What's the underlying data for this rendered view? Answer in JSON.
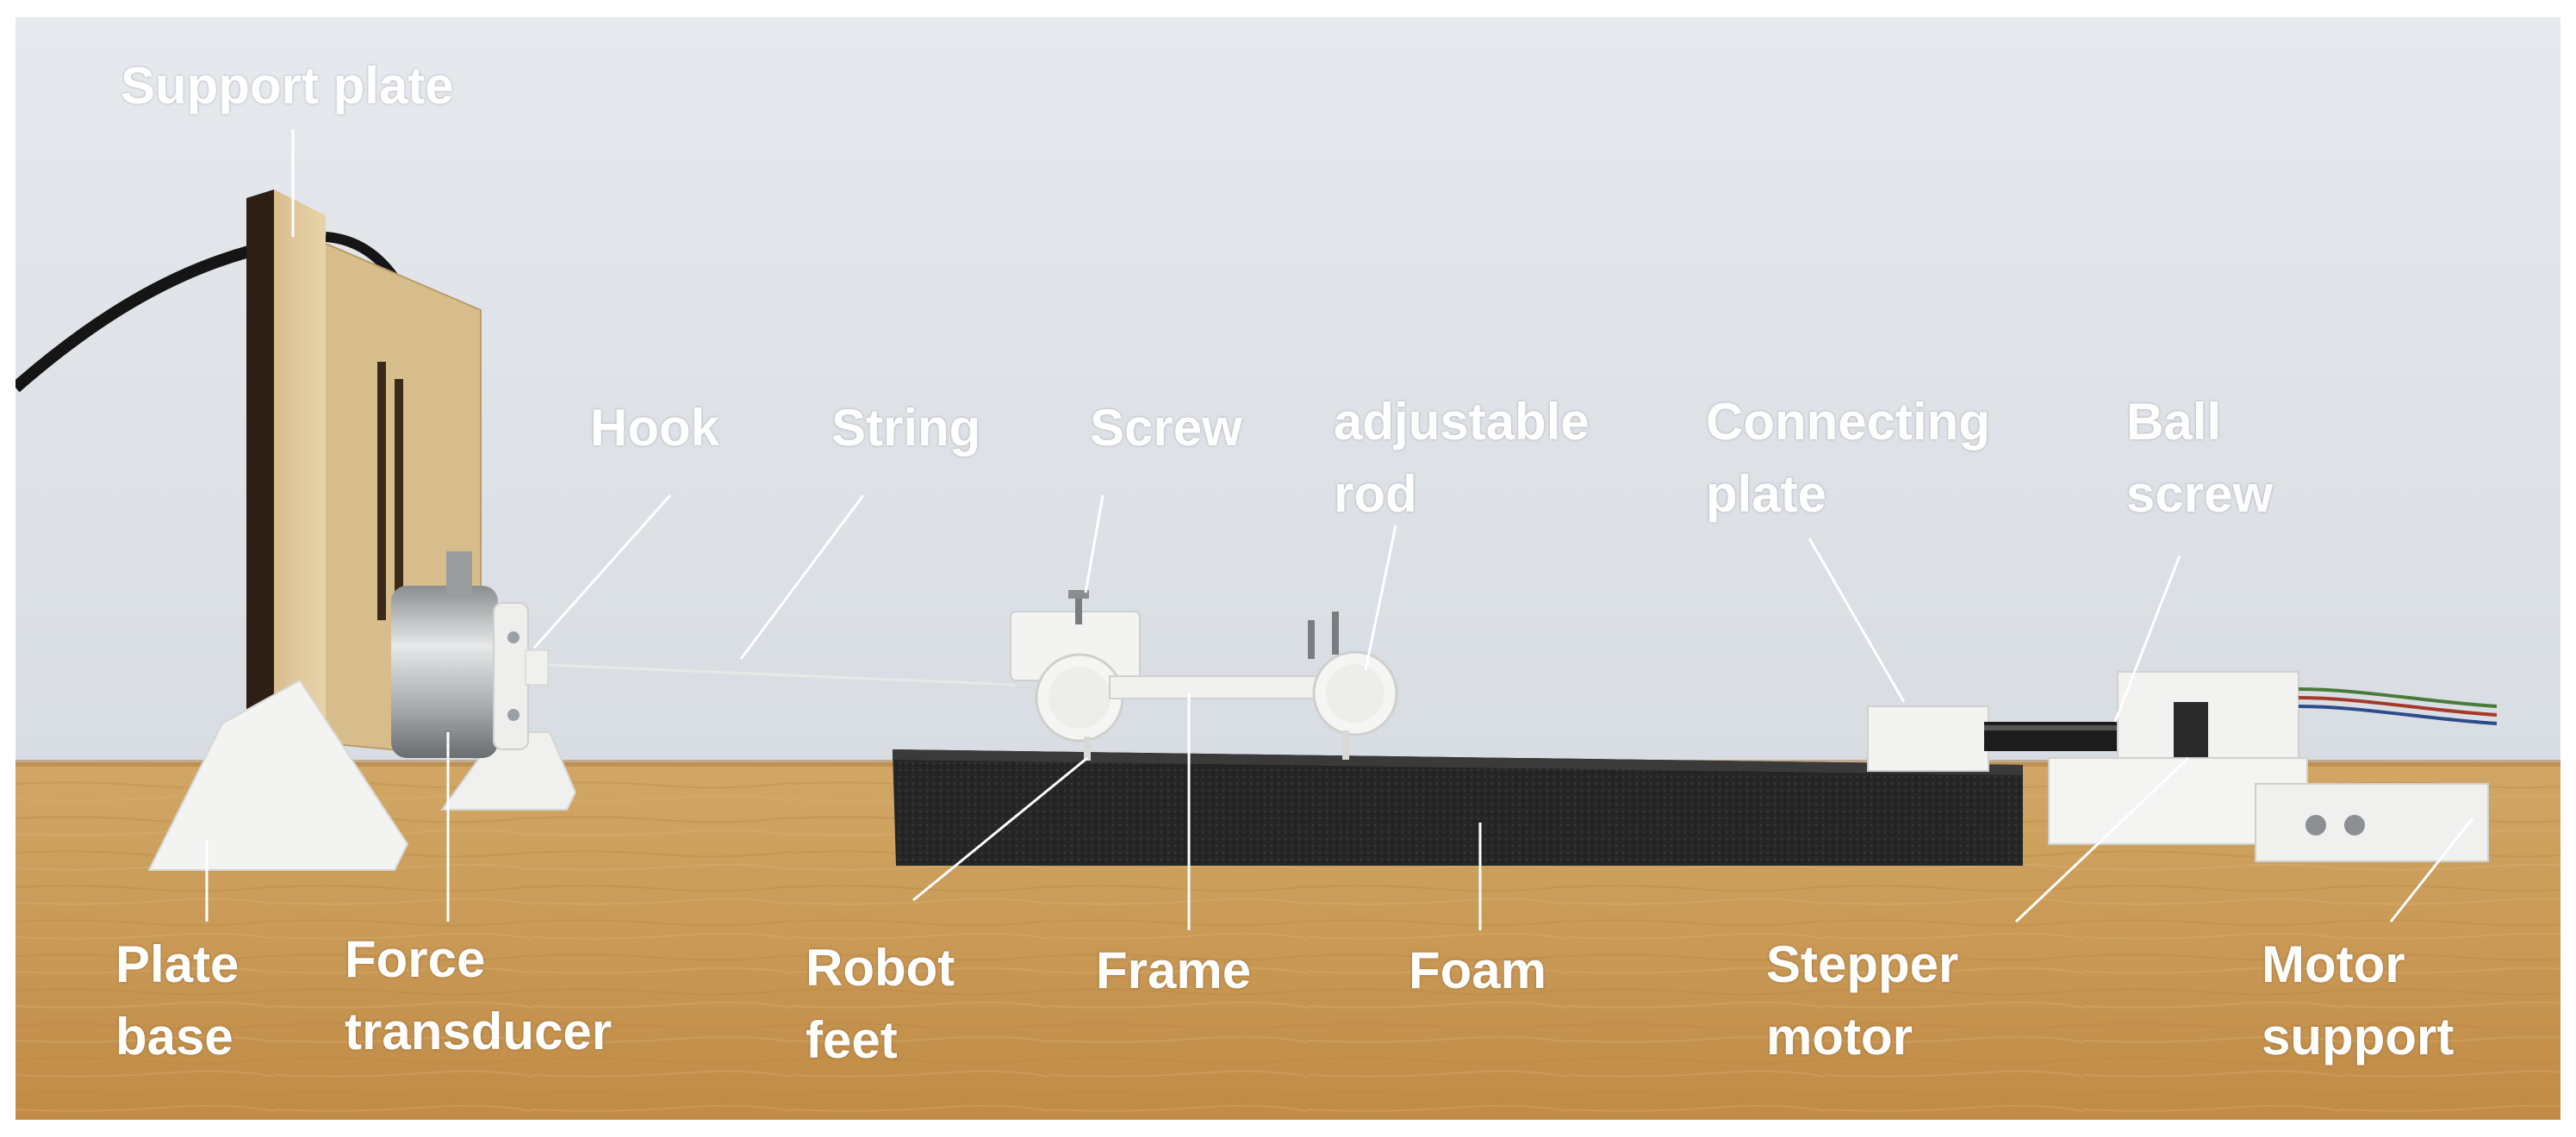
{
  "labels": {
    "support_plate": "Support plate",
    "hook": "Hook",
    "string": "String",
    "screw": "Screw",
    "adjustable_rod": [
      "adjustable",
      "rod"
    ],
    "connecting_plate": [
      "Connecting",
      "plate"
    ],
    "ball_screw": [
      "Ball",
      "screw"
    ],
    "plate_base": [
      "Plate",
      "base"
    ],
    "force_transducer": [
      "Force",
      "transducer"
    ],
    "robot_feet": [
      "Robot",
      "feet"
    ],
    "frame": "Frame",
    "foam": "Foam",
    "stepper_motor": [
      "Stepper",
      "motor"
    ],
    "motor_support": [
      "Motor",
      "support"
    ]
  },
  "colors": {
    "wall": "#dfe4ea",
    "table": "#c99a55",
    "wood": "#e1c89a",
    "foam": "#2a2a2a",
    "plastic": "#f2f2f0",
    "label": "#ffffff"
  }
}
